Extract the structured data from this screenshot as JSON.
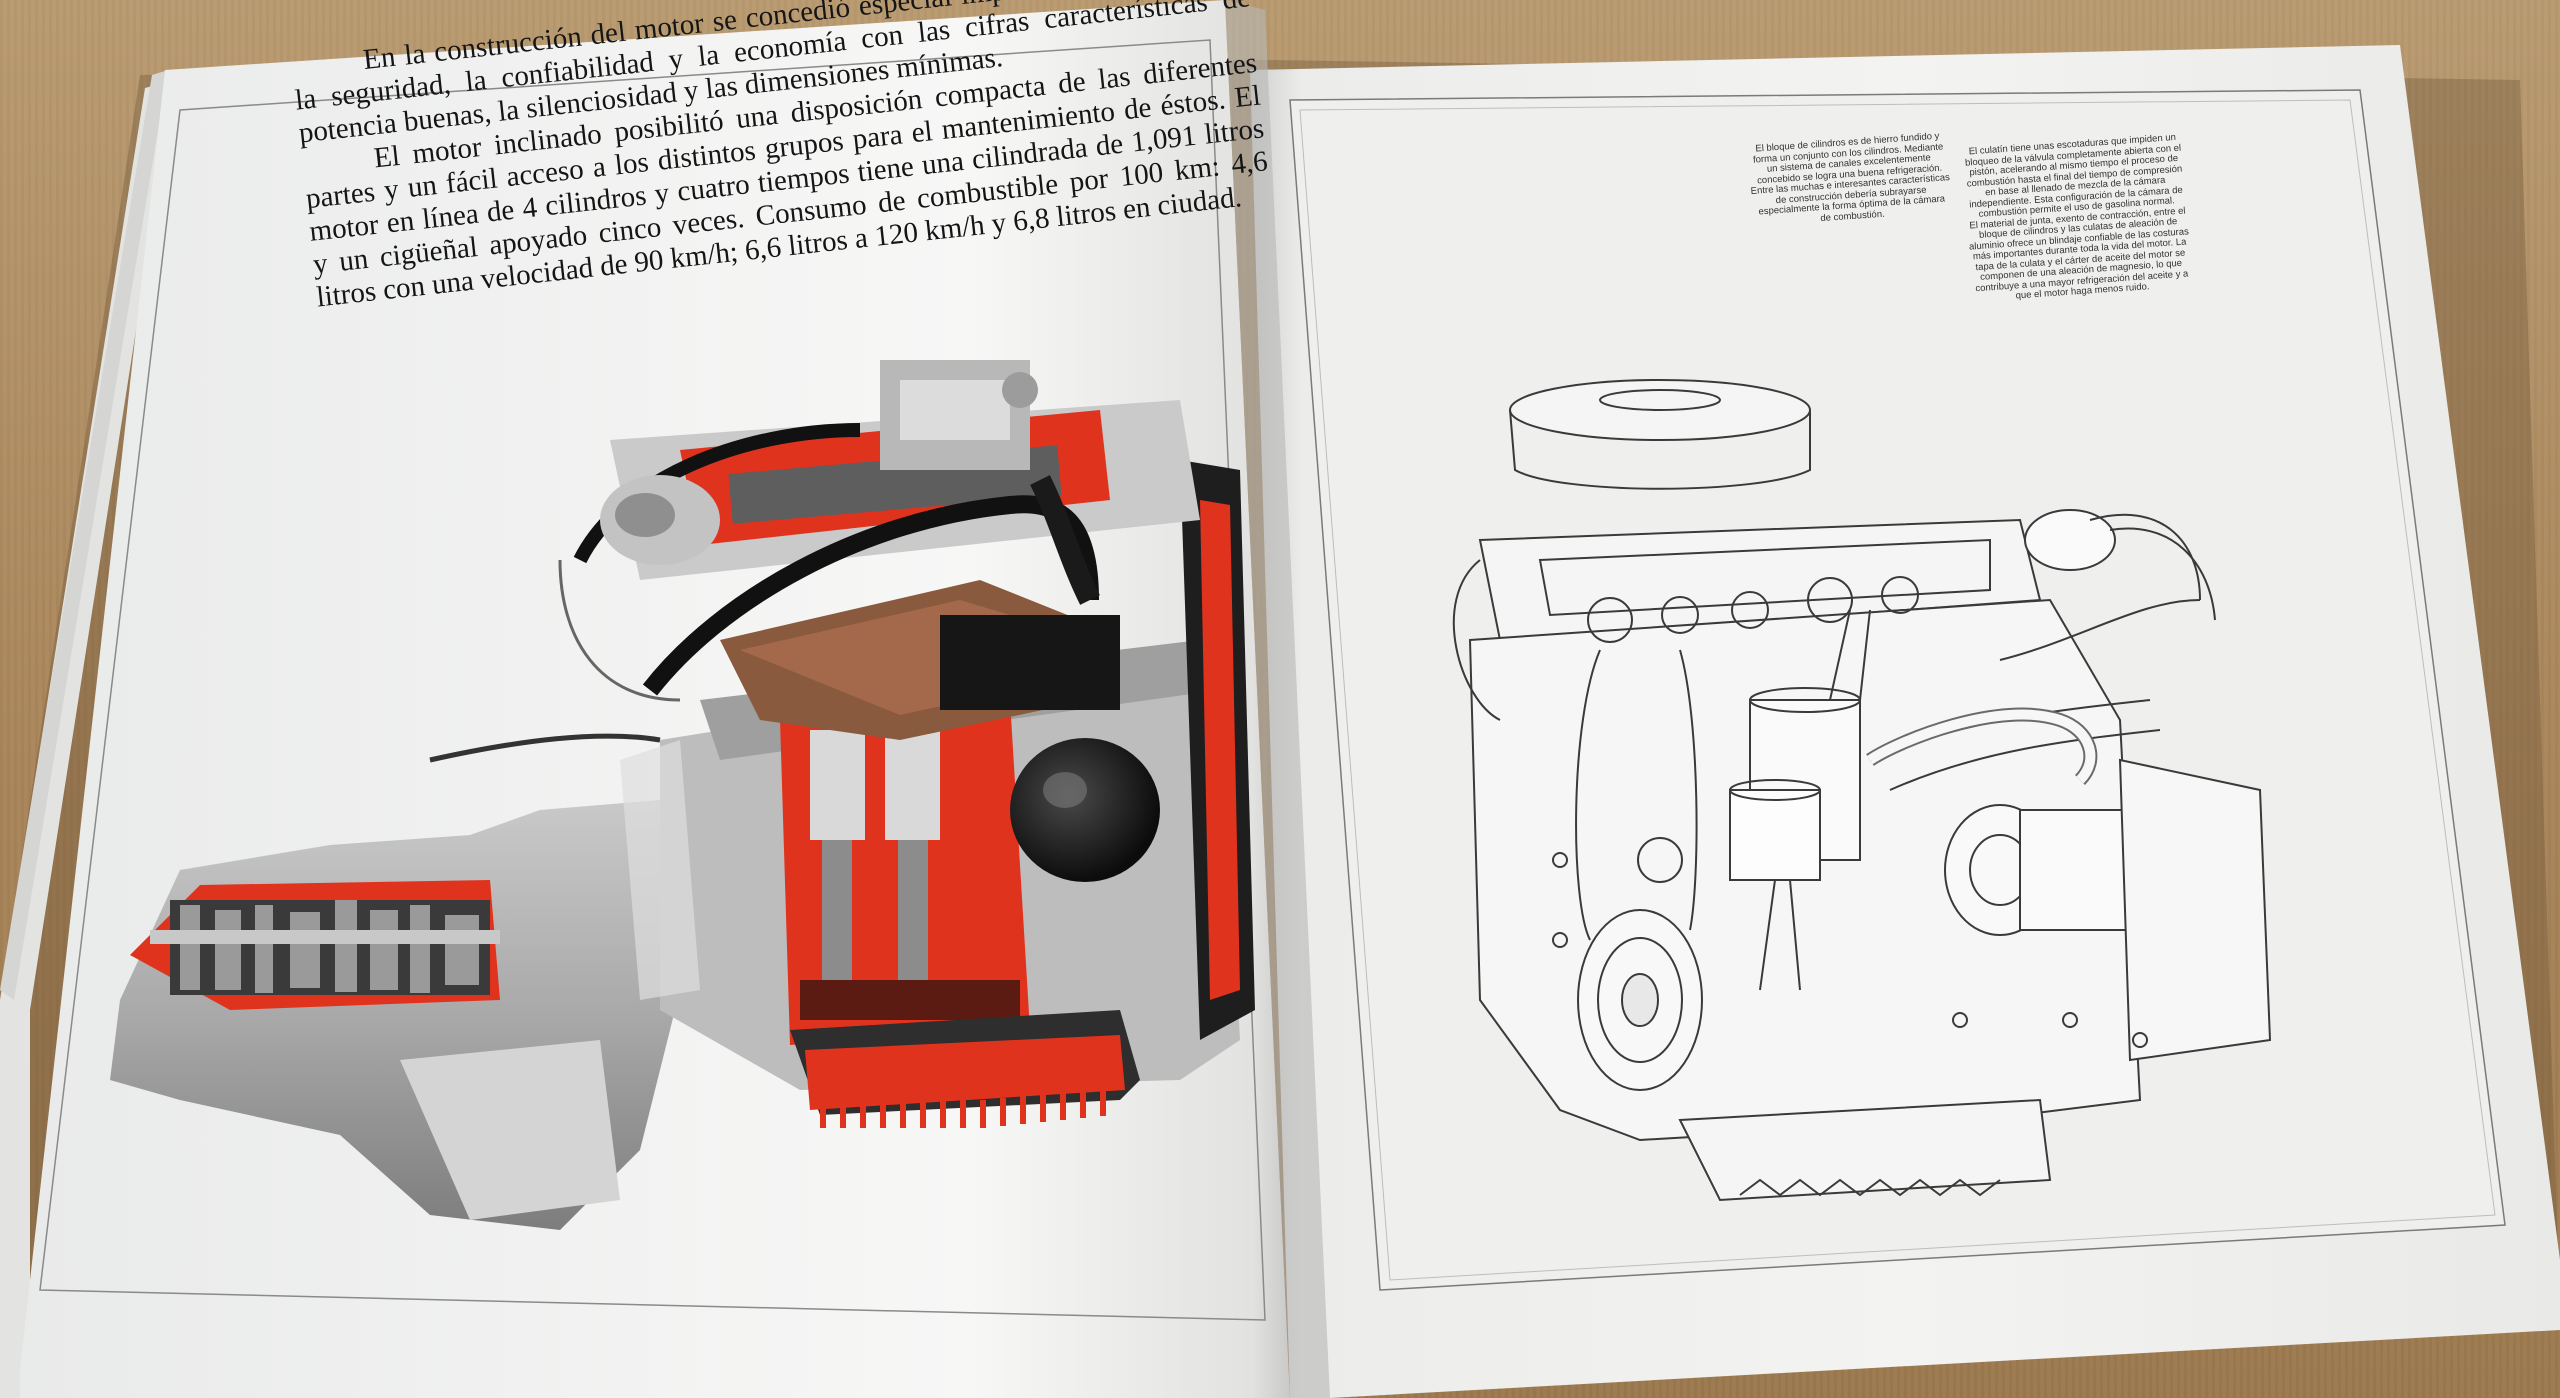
{
  "photo_description_free": true,
  "left_page": {
    "paragraphs": [
      "En la construcción del motor se concedió especial importancia a armonizar la seguridad, la confiabilidad y la economía con las cifras características de potencia buenas, la silenciosidad y las dimensiones mínimas.",
      "El motor inclinado posibilitó una disposición compacta de las diferentes partes y un fácil acceso a los distintos grupos para el mantenimiento de éstos. El motor en línea de 4 cilindros y cuatro tiempos tiene una cilindrada de 1,091 litros y un cigüeñal apoyado cinco veces. Consumo de combustible por 100 km: 4,6 litros con una velocidad de 90 km/h; 6,6 litros a 120 km/h y 6,8 litros en ciudad."
    ]
  },
  "right_page": {
    "caption_left": "El bloque de cilindros es de hierro fundido y forma un conjunto con los cilindros. Mediante un sistema de canales excelentemente concebido se logra una buena refrigeración.\nEntre las muchas e interesantes características de construcción debería subrayarse especialmente la forma óptima de la cámara de combustión.",
    "caption_right": "El culatín tiene unas escotaduras que impiden un bloqueo de la válvula completamente abierta con el pistón, acelerando al mismo tiempo el proceso de combustión hasta el final del tiempo de compresión en base al llenado de mezcla de la cámara independiente. Esta configuración de la cámara de combustión permite el uso de gasolina normal.\nEl material de junta, exento de contracción, entre el bloque de cilindros y las culatas de aleación de aluminio ofrece un blindaje confiable de las costuras más importantes durante toda la vida del motor. La tapa de la culata y el cárter de aceite del motor se componen de una aleación de magnesio, lo que contribuye a una mayor refrigeración del aceite y a que el motor haga menos ruido."
  },
  "colors": {
    "cardboard": "#b08d62",
    "paper": "#f4f4f2",
    "cutaway_red": "#e0331e",
    "ink": "#151515"
  }
}
